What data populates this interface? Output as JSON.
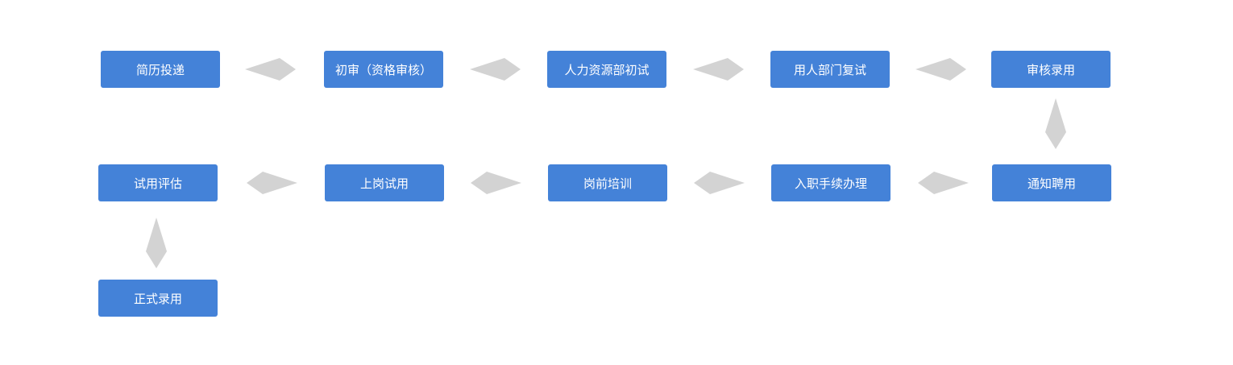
{
  "colors": {
    "box_fill": "#4482d8",
    "box_text": "#ffffff",
    "arrow": "#d3d3d3",
    "background": "#ffffff"
  },
  "steps": [
    {
      "label": "简历投递"
    },
    {
      "label": "初审（资格审核）"
    },
    {
      "label": "人力资源部初试"
    },
    {
      "label": "用人部门复试"
    },
    {
      "label": "审核录用"
    },
    {
      "label": "通知聘用"
    },
    {
      "label": "入职手续办理"
    },
    {
      "label": "岗前培训"
    },
    {
      "label": "上岗试用"
    },
    {
      "label": "试用评估"
    },
    {
      "label": "正式录用"
    }
  ]
}
